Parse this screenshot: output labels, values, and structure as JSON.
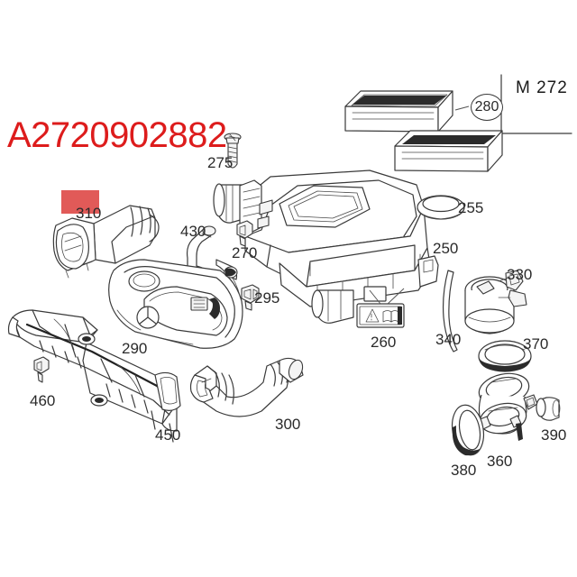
{
  "diagram": {
    "part_number": "A2720902882",
    "engine_code": "M 272",
    "highlight_color": "#e15a58",
    "part_number_color": "#dd1c1c",
    "line_color": "#3a3a3a",
    "background_color": "#ffffff"
  },
  "callouts": [
    {
      "id": "250",
      "label": "250",
      "name": "air-filter-housing"
    },
    {
      "id": "255",
      "label": "255",
      "name": "sealing-ring"
    },
    {
      "id": "260",
      "label": "260",
      "name": "information-label"
    },
    {
      "id": "270",
      "label": "270",
      "name": "retaining-clip-270"
    },
    {
      "id": "275",
      "label": "275",
      "name": "self-tapping-screw"
    },
    {
      "id": "280",
      "label": "280",
      "name": "air-filter-element"
    },
    {
      "id": "290",
      "label": "290",
      "name": "engine-cover"
    },
    {
      "id": "295",
      "label": "295",
      "name": "retaining-clip-295"
    },
    {
      "id": "300",
      "label": "300",
      "name": "intake-hose"
    },
    {
      "id": "310",
      "label": "310",
      "name": "air-intake-duct"
    },
    {
      "id": "330",
      "label": "330",
      "name": "resonator-housing"
    },
    {
      "id": "340",
      "label": "340",
      "name": "seal-strip"
    },
    {
      "id": "360",
      "label": "360",
      "name": "clamp-assembly"
    },
    {
      "id": "370",
      "label": "370",
      "name": "ring-seal-370"
    },
    {
      "id": "380",
      "label": "380",
      "name": "ring-seal-380"
    },
    {
      "id": "390",
      "label": "390",
      "name": "bushing"
    },
    {
      "id": "430",
      "label": "430",
      "name": "vent-hose"
    },
    {
      "id": "450",
      "label": "450",
      "name": "air-guide-duct"
    },
    {
      "id": "460",
      "label": "460",
      "name": "clip-460"
    }
  ]
}
